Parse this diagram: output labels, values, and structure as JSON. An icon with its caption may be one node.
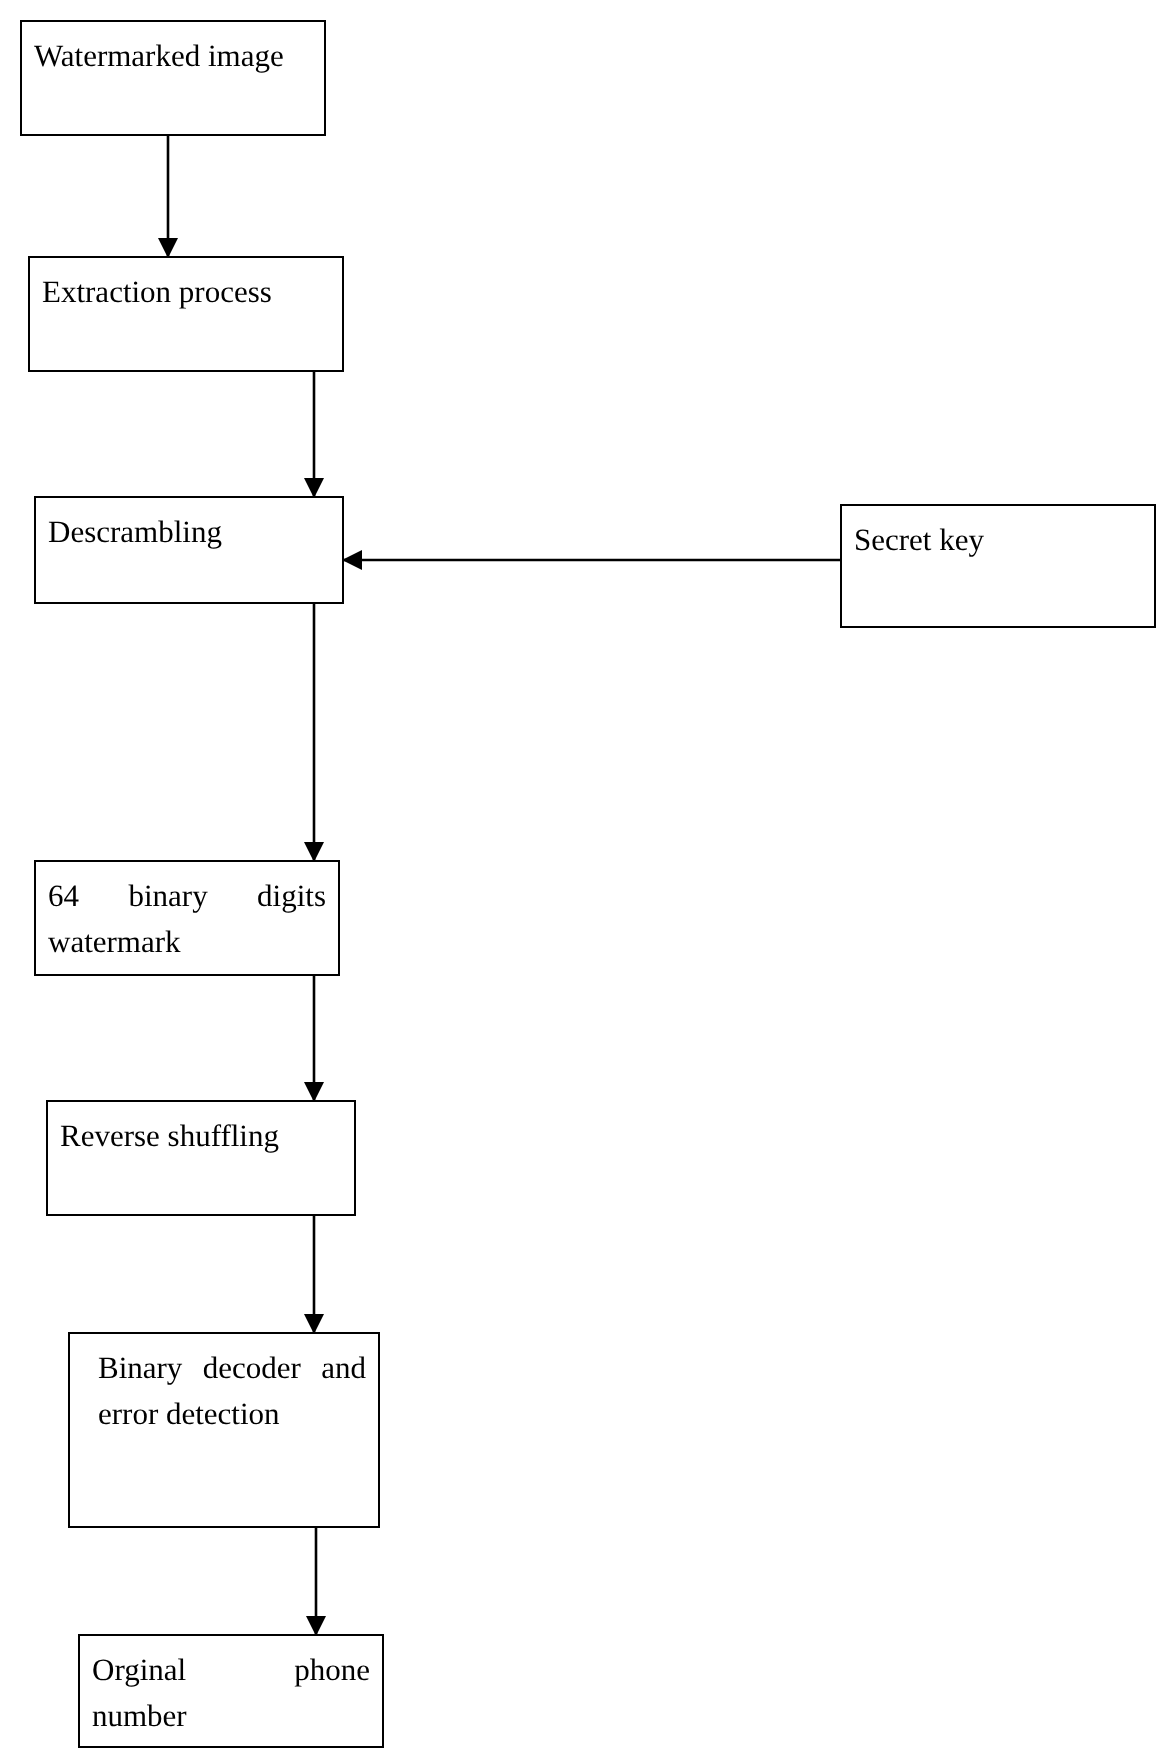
{
  "diagram": {
    "nodes": [
      {
        "text": [
          "Watermarked image"
        ]
      },
      {
        "text": [
          "Extraction process"
        ]
      },
      {
        "text": [
          "Descrambling"
        ]
      },
      {
        "text": [
          "Secret key"
        ]
      },
      {
        "text": [
          "64 binary digits watermark"
        ]
      },
      {
        "text": [
          "Reverse shuffling"
        ]
      },
      {
        "text": [
          "Binary decoder and error detection"
        ]
      },
      {
        "text": [
          "Orginal phone number"
        ]
      }
    ],
    "edges": [
      {
        "from": 0,
        "to": 1,
        "arrow": "to"
      },
      {
        "from": 1,
        "to": 2,
        "arrow": "to"
      },
      {
        "from": 3,
        "to": 2,
        "arrow": "to"
      },
      {
        "from": 2,
        "to": 4,
        "arrow": "to"
      },
      {
        "from": 4,
        "to": 5,
        "arrow": "to"
      },
      {
        "from": 5,
        "to": 6,
        "arrow": "to"
      },
      {
        "from": 6,
        "to": 7,
        "arrow": "to"
      }
    ]
  }
}
